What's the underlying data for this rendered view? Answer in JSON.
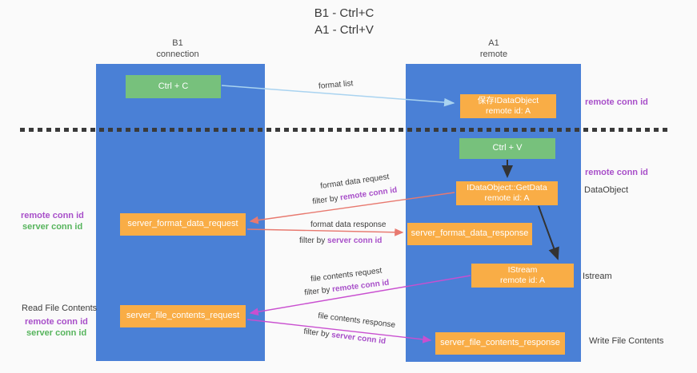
{
  "title": {
    "line1": "B1 - Ctrl+C",
    "line2": "A1 - Ctrl+V"
  },
  "columns": {
    "left": {
      "name": "B1",
      "role": "connection"
    },
    "right": {
      "name": "A1",
      "role": "remote"
    }
  },
  "nodes": {
    "ctrl_c": {
      "label": "Ctrl + C"
    },
    "save_idataobject": {
      "line1": "保存IDataObject",
      "line2": "remote id: A"
    },
    "ctrl_v": {
      "label": "Ctrl + V"
    },
    "getdata": {
      "line1": "IDataObject::GetData",
      "line2": "remote id: A"
    },
    "format_request": {
      "label": "server_format_data_request"
    },
    "format_response": {
      "label": "server_format_data_response"
    },
    "istream": {
      "line1": "IStream",
      "line2": "remote id: A"
    },
    "file_request": {
      "label": "server_file_contents_request"
    },
    "file_response": {
      "label": "server_file_contents_response"
    }
  },
  "flow_labels": {
    "format_list": "format list",
    "format_data_request": "format data request",
    "format_data_response": "format data response",
    "file_contents_request": "file contents request",
    "file_contents_response": "file contents response",
    "filter_by": "filter by",
    "remote_conn_id": "remote conn id",
    "server_conn_id": "server conn id"
  },
  "side_labels": {
    "remote_conn_id_top_right": "remote conn id",
    "remote_conn_id_mid_right": "remote conn id",
    "dataobject": "DataObject",
    "istream": "Istream",
    "write_file_contents": "Write File Contents",
    "remote_conn_id_left1": "remote conn id",
    "server_conn_id_left1": "server conn id",
    "read_file_contents": "Read File Contents",
    "remote_conn_id_left2": "remote conn id",
    "server_conn_id_left2": "server conn id"
  },
  "colors": {
    "background": "#fafafa",
    "column_blue": "#4a80d6",
    "node_green": "#77c17c",
    "node_orange": "#f9ad46",
    "arrow_light_blue": "#a9d3f0",
    "arrow_red": "#e8796f",
    "arrow_magenta": "#c94fd0",
    "arrow_black": "#333333",
    "text_purple": "#a84fc9",
    "text_green": "#56b45c"
  }
}
